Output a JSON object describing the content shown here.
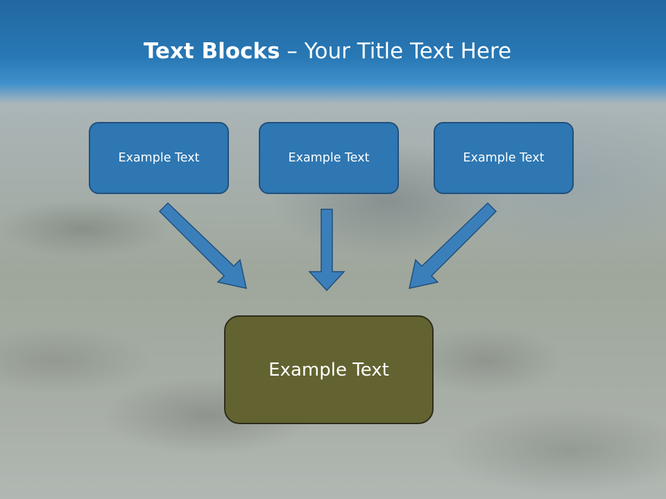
{
  "title": {
    "bold": "Text Blocks",
    "separator": "–",
    "rest": "Your Title Text Here"
  },
  "boxes": {
    "left": "Example Text",
    "center": "Example Text",
    "right": "Example Text",
    "bottom": "Example Text"
  },
  "colors": {
    "header": "#2878b5",
    "top_box_fill": "#2e77b2",
    "top_box_border": "#1f4f7c",
    "bottom_box_fill": "#636331",
    "bottom_box_border": "#2c2c18",
    "arrow_fill": "#3b7fba",
    "arrow_stroke": "#1f4f7c"
  }
}
